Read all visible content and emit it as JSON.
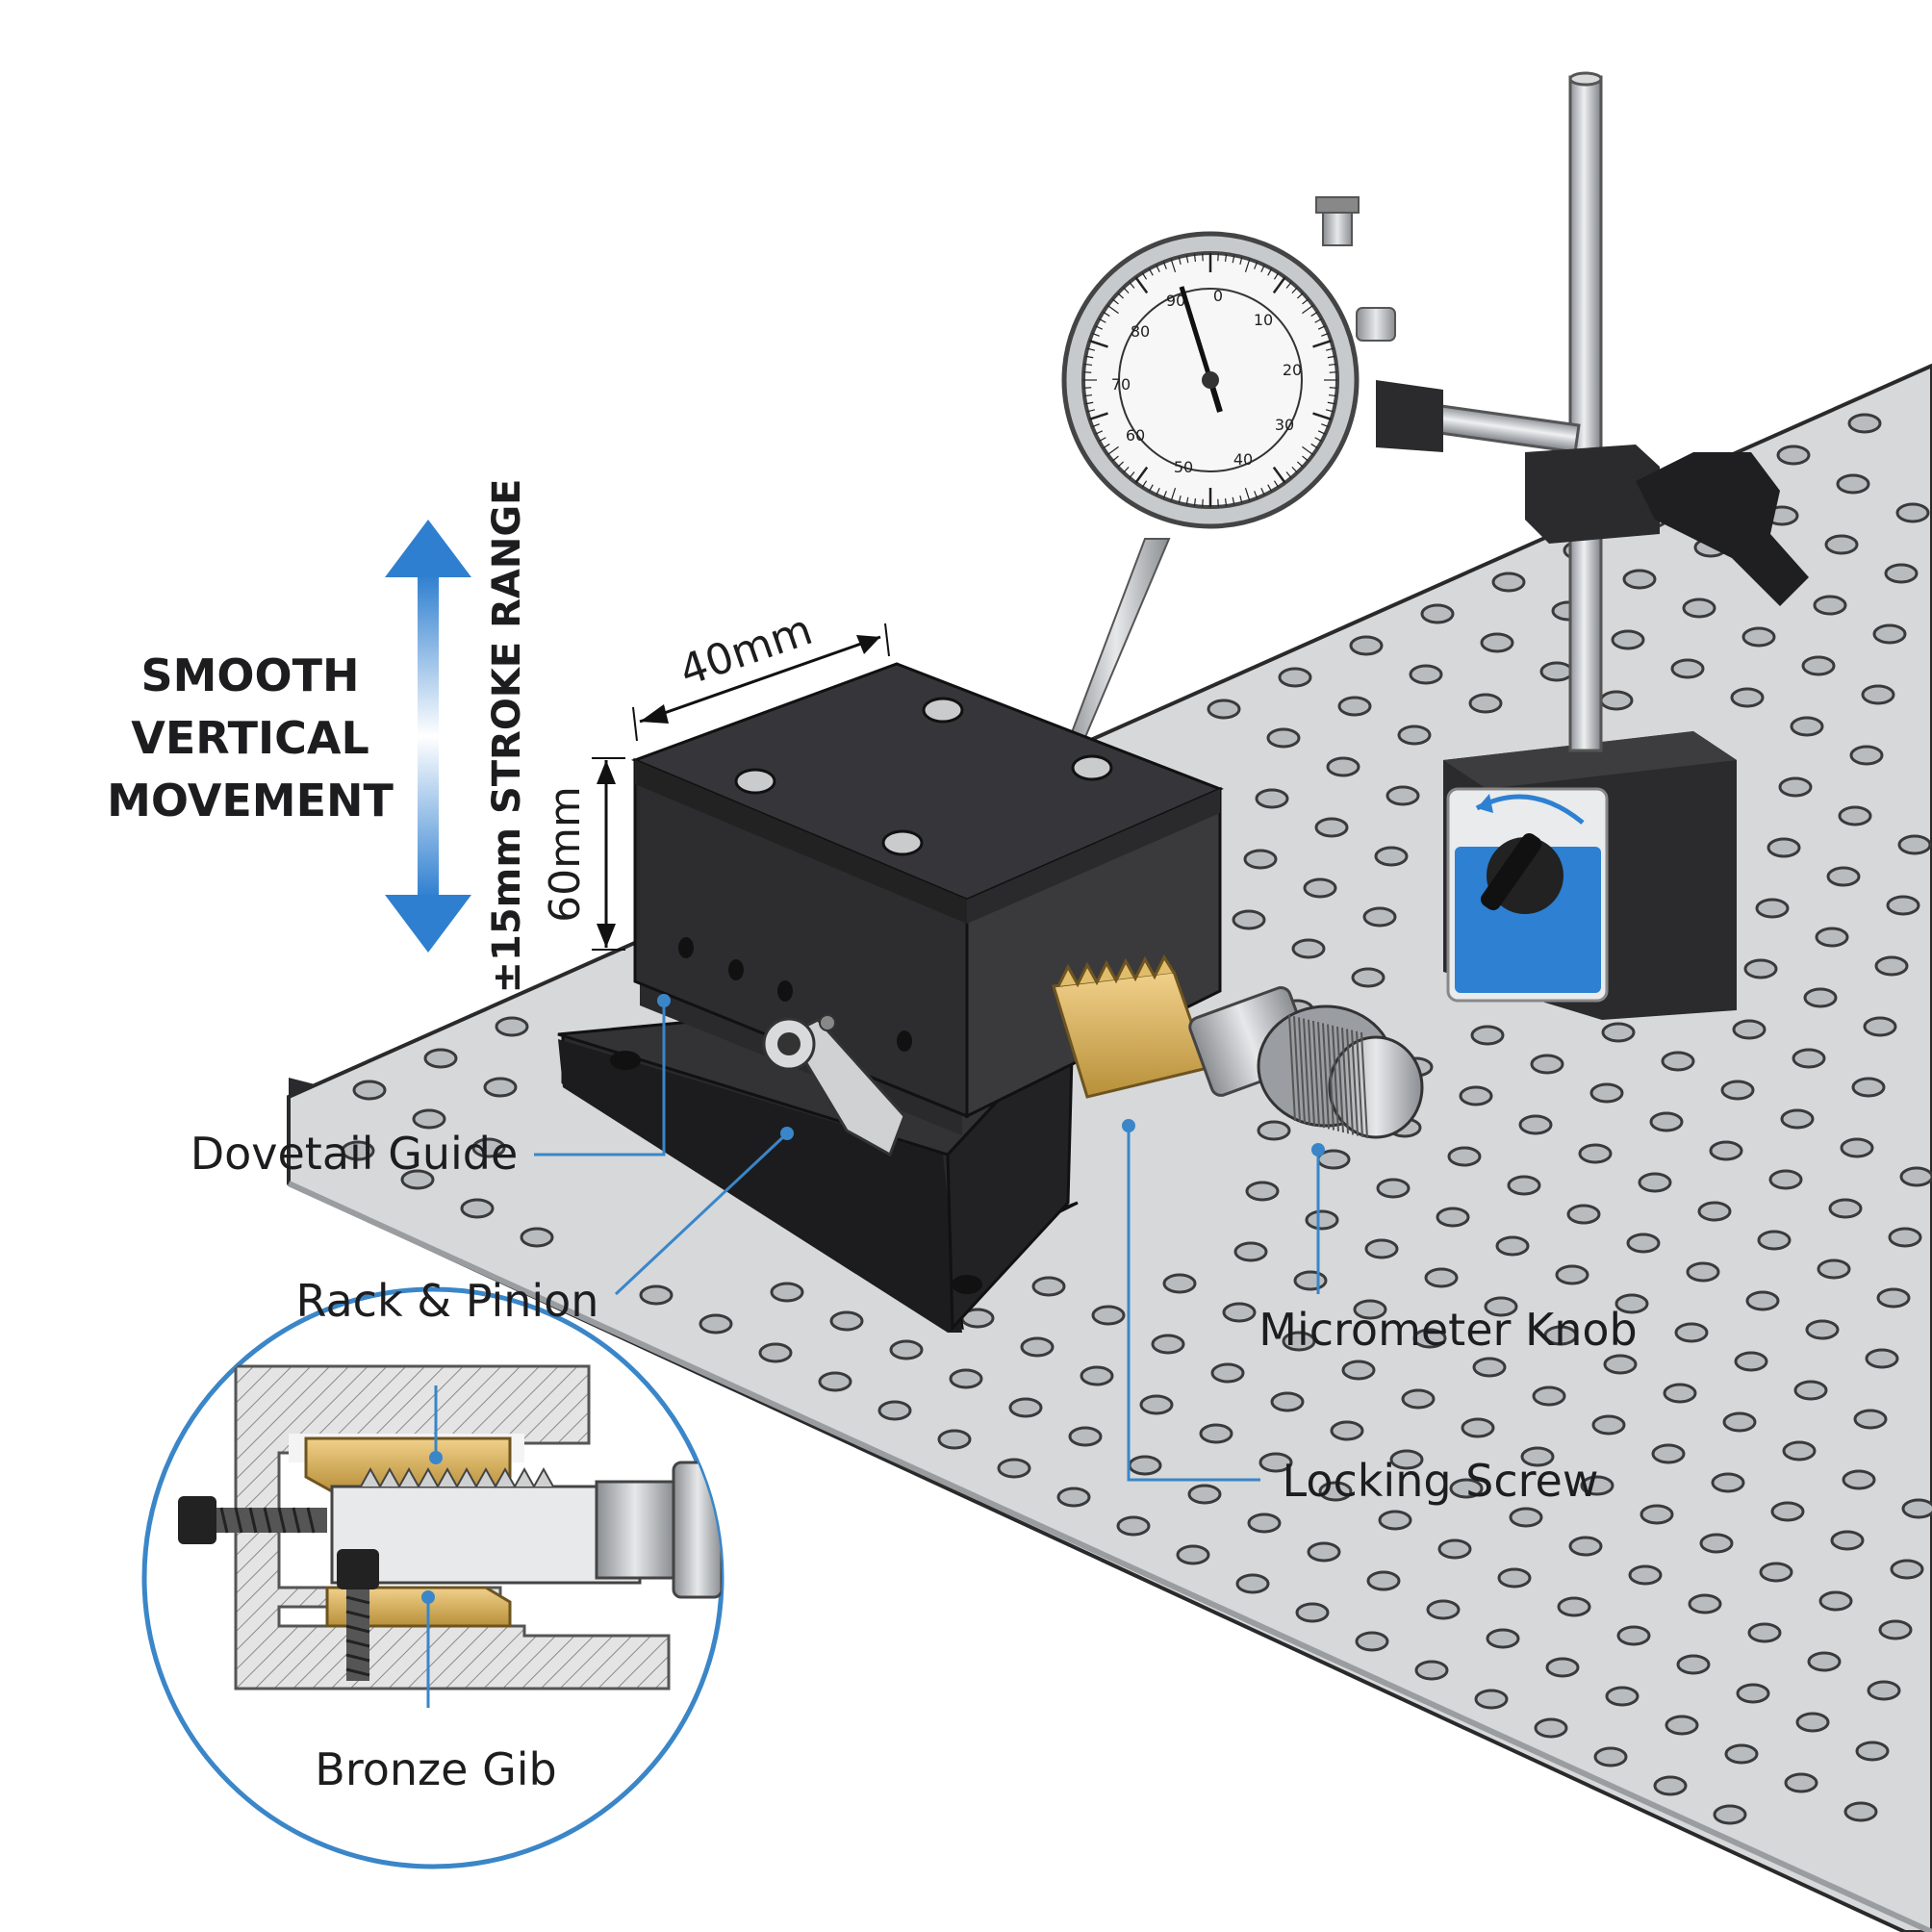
{
  "headline": {
    "line1": "SMOOTH",
    "line2": "VERTICAL",
    "line3": "MOVEMENT"
  },
  "dimensions": {
    "stroke_range": "±15mm STROKE RANGE",
    "width": "40mm",
    "height": "60mm"
  },
  "callouts": {
    "dovetail_guide": "Dovetail Guide",
    "rack_pinion": "Rack & Pinion",
    "bronze_gib": "Bronze Gib",
    "micrometer_knob": "Micrometer Knob",
    "locking_screw": "Locking Screw"
  },
  "dial_indicator": {
    "numbers": [
      "0",
      "10",
      "20",
      "30",
      "40",
      "50",
      "60",
      "70",
      "80",
      "90"
    ]
  },
  "colors": {
    "accent_blue": "#3a86c8",
    "stage_black": "#2b2b2d",
    "bronze": "#c9a24a",
    "table_gray": "#d6d8da"
  }
}
